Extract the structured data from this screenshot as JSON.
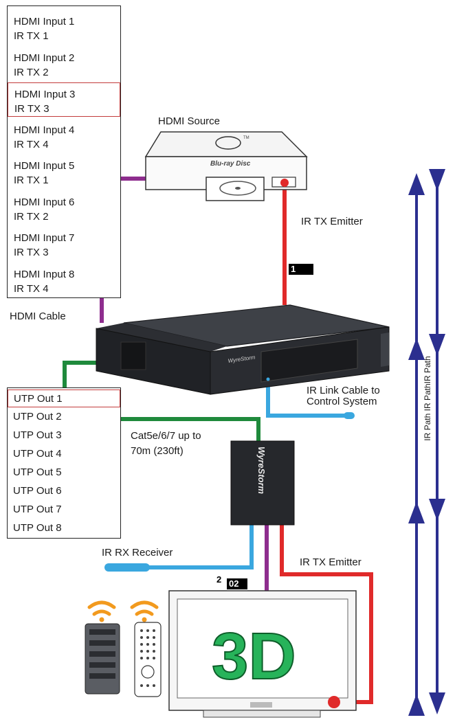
{
  "inputs": [
    {
      "line1": "HDMI Input 1",
      "line2": "IR TX 1",
      "highlighted": false
    },
    {
      "line1": "HDMI Input 2",
      "line2": "IR TX 2",
      "highlighted": false
    },
    {
      "line1": "HDMI Input 3",
      "line2": "IR TX 3",
      "highlighted": true
    },
    {
      "line1": "HDMI Input 4",
      "line2": "IR TX 4",
      "highlighted": false
    },
    {
      "line1": "HDMI Input 5",
      "line2": "IR TX 1",
      "highlighted": false
    },
    {
      "line1": "HDMI Input 6",
      "line2": "IR TX 2",
      "highlighted": false
    },
    {
      "line1": "HDMI Input 7",
      "line2": "IR TX 3",
      "highlighted": false
    },
    {
      "line1": "HDMI Input 8",
      "line2": "IR TX 4",
      "highlighted": false
    }
  ],
  "outputs": [
    {
      "label": "UTP Out 1",
      "highlighted": true
    },
    {
      "label": "UTP Out 2",
      "highlighted": false
    },
    {
      "label": "UTP Out 3",
      "highlighted": false
    },
    {
      "label": "UTP Out 4",
      "highlighted": false
    },
    {
      "label": "UTP Out 5",
      "highlighted": false
    },
    {
      "label": "UTP Out 6",
      "highlighted": false
    },
    {
      "label": "UTP Out 7",
      "highlighted": false
    },
    {
      "label": "UTP Out 8",
      "highlighted": false
    }
  ],
  "labels": {
    "hdmi_source": "HDMI Source",
    "ir_tx_emitter_top": "IR TX Emitter",
    "hdmi_cable": "HDMI Cable",
    "ir_link_line1": "IR Link Cable to",
    "ir_link_line2": "Control System",
    "cat_line1": "Cat5e/6/7 up to",
    "cat_line2": "70m (230ft)",
    "ir_rx_receiver": "IR RX Receiver",
    "ir_tx_emitter_bottom": "IR TX Emitter",
    "ir_path": "IR Path IR PathIR Path"
  },
  "badges": {
    "one": "1",
    "two": "2",
    "zero_two": "02"
  },
  "device_text": {
    "bluray_brand": "Blu-ray Disc",
    "bluray_tm": "TM",
    "matrix_brand": "WyreStorm",
    "receiver_brand": "WyreStorm",
    "tv_content": "3D"
  },
  "colors": {
    "hdmi": "#8e2d8e",
    "utp": "#1f8a3c",
    "ir_tx": "#e02a2a",
    "ir_rx": "#3aa7df",
    "ir_path": "#2b2f8f",
    "highlight": "#c23b3b"
  }
}
